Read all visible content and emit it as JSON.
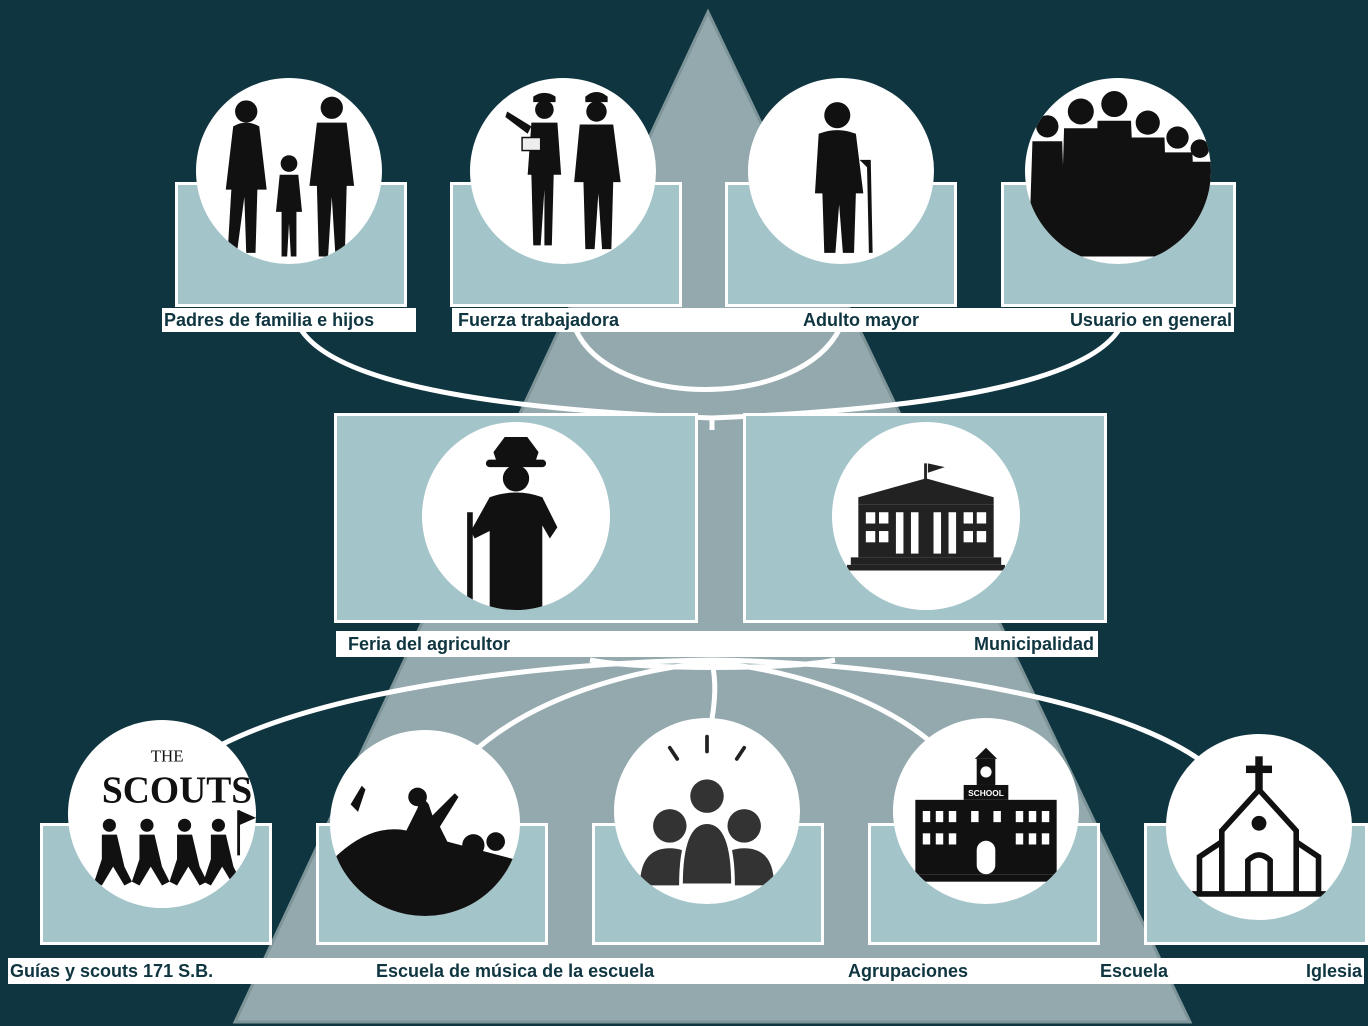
{
  "top_row": [
    {
      "label": "Padres de familia e hijos",
      "icon": "family-silhouette-icon"
    },
    {
      "label": "Fuerza trabajadora",
      "icon": "workers-silhouette-icon"
    },
    {
      "label": "Adulto mayor",
      "icon": "elderly-person-icon"
    },
    {
      "label": "Usuario en general",
      "icon": "group-of-people-icon"
    }
  ],
  "middle_row": [
    {
      "label": "Feria del agricultor",
      "icon": "farmer-silhouette-icon"
    },
    {
      "label": "Municipalidad",
      "icon": "municipal-building-icon"
    }
  ],
  "bottom_row": [
    {
      "label": "Guías y scouts 171 S.B.",
      "icon": "scouts-icon",
      "logo_text": [
        "THE",
        "SCOUTS"
      ]
    },
    {
      "label": "Escuela de música de la escuela",
      "icon": "orchestra-conductor-icon"
    },
    {
      "label": "Agrupaciones",
      "icon": "people-group-icon"
    },
    {
      "label": "Escuela",
      "icon": "school-building-icon",
      "sign_text": "SCHOOL"
    },
    {
      "label": "Iglesia",
      "icon": "church-icon"
    }
  ],
  "colors": {
    "background": "#0f3540",
    "pyramid": "#93a9ad",
    "box": "#a3c4c9",
    "label_text": "#0f3540"
  }
}
